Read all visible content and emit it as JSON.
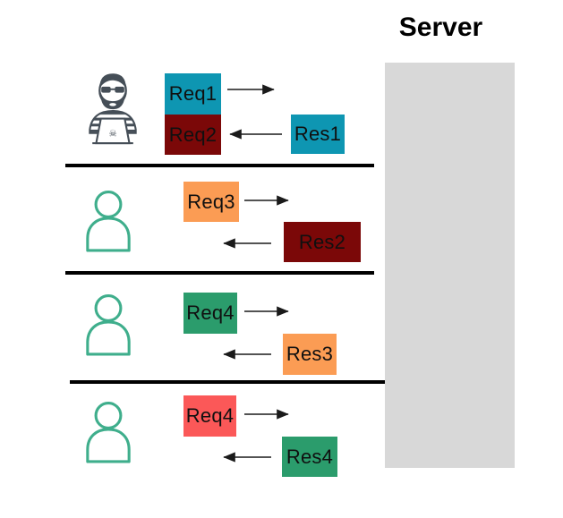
{
  "server": {
    "label": "Server",
    "fill": "#d8d8d8"
  },
  "colors": {
    "divider": "#000000",
    "arrow": "#1a1a1a",
    "attacker_icon": "#454e57",
    "user_icon": "#3fae8c",
    "box_text": "#101010"
  },
  "lanes": [
    {
      "client": "attacker",
      "icon": "hacker-icon",
      "requests": [
        {
          "label": "Req1",
          "color": "#0e96b2"
        },
        {
          "label": "Req2",
          "color": "#7b0808"
        }
      ],
      "responses": [
        {
          "label": "Res1",
          "color": "#0e96b2"
        }
      ]
    },
    {
      "client": "user",
      "icon": "user-icon",
      "requests": [
        {
          "label": "Req3",
          "color": "#fb9c54"
        }
      ],
      "responses": [
        {
          "label": "Res2",
          "color": "#7b0808"
        }
      ]
    },
    {
      "client": "user",
      "icon": "user-icon",
      "requests": [
        {
          "label": "Req4",
          "color": "#2b9c6c"
        }
      ],
      "responses": [
        {
          "label": "Res3",
          "color": "#fb9c54"
        }
      ]
    },
    {
      "client": "user",
      "icon": "user-icon",
      "requests": [
        {
          "label": "Req4",
          "color": "#fb5858"
        }
      ],
      "responses": [
        {
          "label": "Res4",
          "color": "#2b9c6c"
        }
      ]
    }
  ]
}
